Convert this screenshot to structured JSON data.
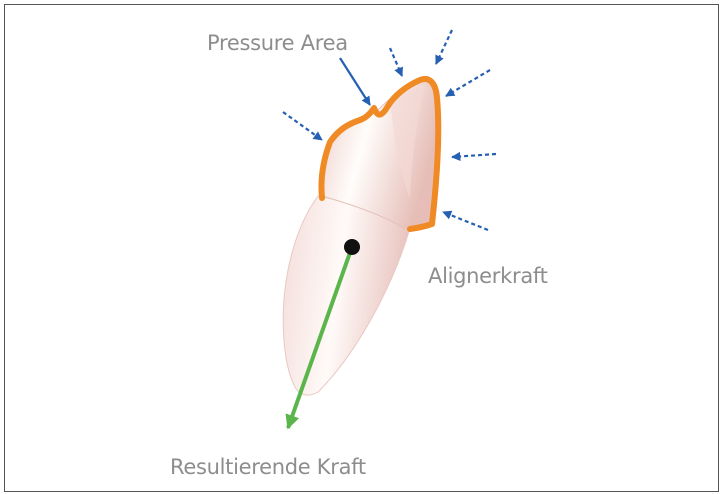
{
  "labels": {
    "pressure_area": "Pressure Area",
    "aligner_force": "Alignerkraft",
    "resultant_force": "Resultierende Kraft"
  },
  "colors": {
    "aligner_outline": "#f08a24",
    "force_arrows": "#2660b2",
    "resultant_arrow": "#5ab54b",
    "tooth_highlight": "#fffdfb",
    "tooth_shadow": "#ecc9c4",
    "label_text": "#8d8d8d",
    "frame_border": "#555555"
  },
  "icons": {
    "center_point": "black-dot",
    "arrows": "dashed-blue-force-arrow"
  }
}
